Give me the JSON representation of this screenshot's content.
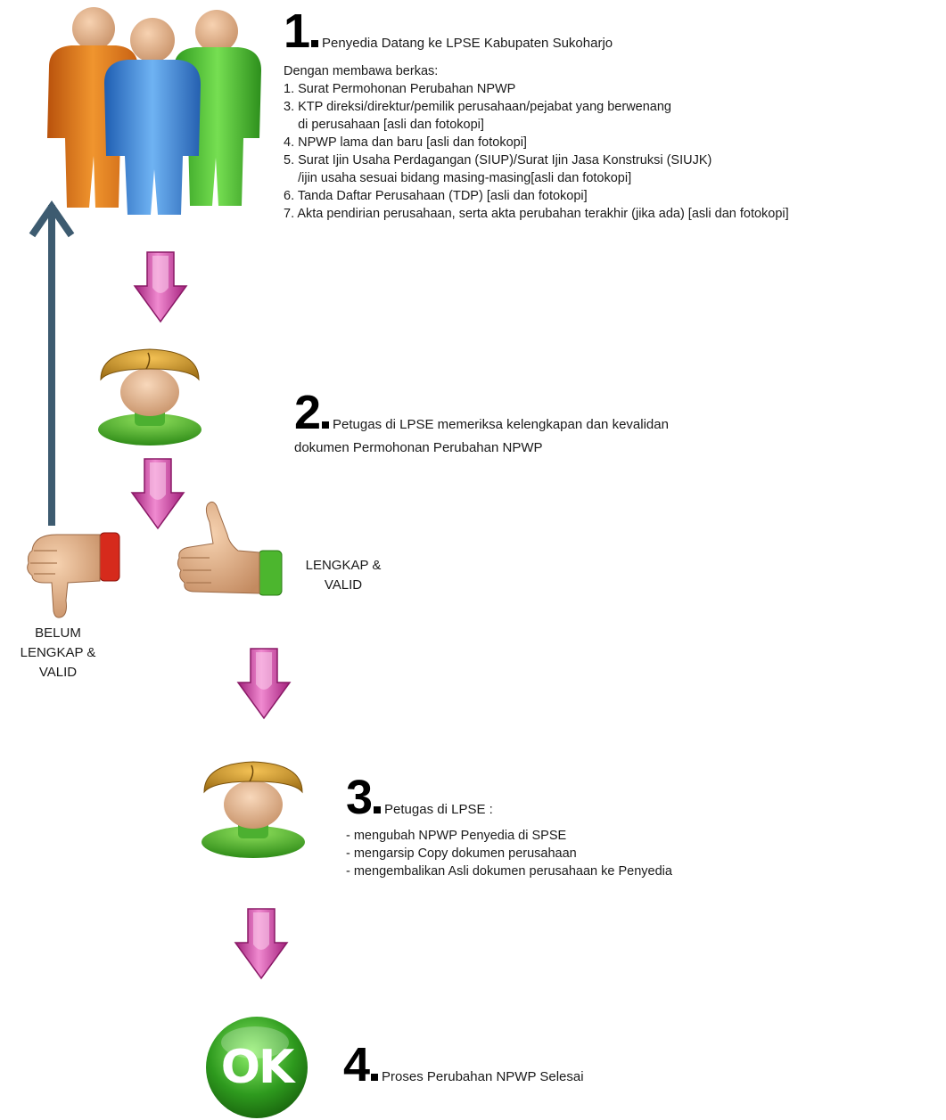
{
  "step1": {
    "number": "1",
    "title": "Penyedia Datang ke LPSE Kabupaten Sukoharjo",
    "intro": "Dengan membawa berkas:",
    "items": [
      "1. Surat Permohonan Perubahan NPWP",
      "3. KTP direksi/direktur/pemilik perusahaan/pejabat yang berwenang",
      "    di perusahaan [asli dan fotokopi]",
      "4. NPWP lama dan baru [asli dan fotokopi]",
      "5. Surat Ijin Usaha Perdagangan (SIUP)/Surat Ijin Jasa Konstruksi (SIUJK)",
      "    /ijin usaha sesuai bidang masing-masing[asli dan fotokopi]",
      "6. Tanda Daftar Perusahaan (TDP) [asli dan fotokopi]",
      "7. Akta pendirian perusahaan, serta akta perubahan terakhir (jika ada) [asli dan fotokopi]"
    ]
  },
  "step2": {
    "number": "2",
    "title": "Petugas di LPSE memeriksa kelengkapan dan kevalidan",
    "title_line2": "dokumen Permohonan Perubahan NPWP"
  },
  "decision": {
    "valid_label": "LENGKAP &\nVALID",
    "invalid_label": "BELUM\nLENGKAP &\nVALID"
  },
  "step3": {
    "number": "3",
    "title": "Petugas di LPSE :",
    "items": [
      "- mengubah NPWP Penyedia di SPSE",
      "- mengarsip Copy dokumen perusahaan",
      "- mengembalikan Asli dokumen perusahaan ke Penyedia"
    ]
  },
  "step4": {
    "number": "4",
    "title": "Proses Perubahan NPWP Selesai",
    "ok_badge": "OK"
  },
  "colors": {
    "arrow_pink": "#d64aa8",
    "arrow_back": "#3d5b70",
    "ok_green": "#2e9a1e",
    "person_orange": "#d9731c",
    "person_blue": "#3d86d6",
    "person_green": "#4fc23a"
  }
}
